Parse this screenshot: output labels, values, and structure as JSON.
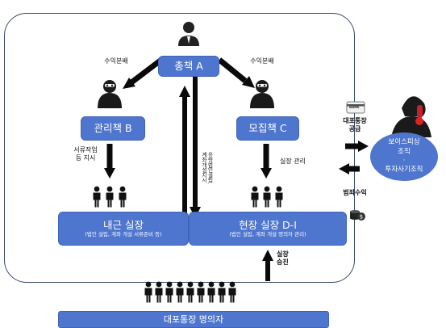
{
  "nodes": {
    "chief": "총책 A",
    "manager": "관리책 B",
    "recruiter": "모집책 C",
    "office_room": {
      "title": "내근 실장",
      "sub": "(법인 설립, 계좌 개설 서류준비 등)"
    },
    "field_room": {
      "title": "현장 실장 D-I",
      "sub": "(법인 설립, 계좌 개설 명의자 관리)"
    },
    "nominee": "대포통장 명의자",
    "phishing": {
      "line1": "보이스피싱",
      "line2": "조직",
      "line3": "·",
      "line4": "투자사기조직"
    }
  },
  "edge_labels": {
    "profit_left": "수익분배",
    "profit_right": "수익분배",
    "docs_order": {
      "line1": "서류작업",
      "line2": "등 지시"
    },
    "field_manage": "실장 관리",
    "shell_instr": {
      "line1": "유령법인설립,",
      "line2": "계좌개설지시"
    },
    "promote": {
      "line1": "실장",
      "line2": "승진"
    },
    "supply": {
      "line1": "대포통장",
      "line2": "공급"
    },
    "crime_profit": "범죄수익",
    "bank_card": "BANK"
  },
  "colors": {
    "box": "#4f76cf",
    "arrow": "#0a0a0a",
    "frame": "#3a4a6b"
  },
  "icons": [
    "person-icon",
    "bank-card-icon",
    "money-icon",
    "hacker-icon",
    "phone-caller-icon"
  ]
}
